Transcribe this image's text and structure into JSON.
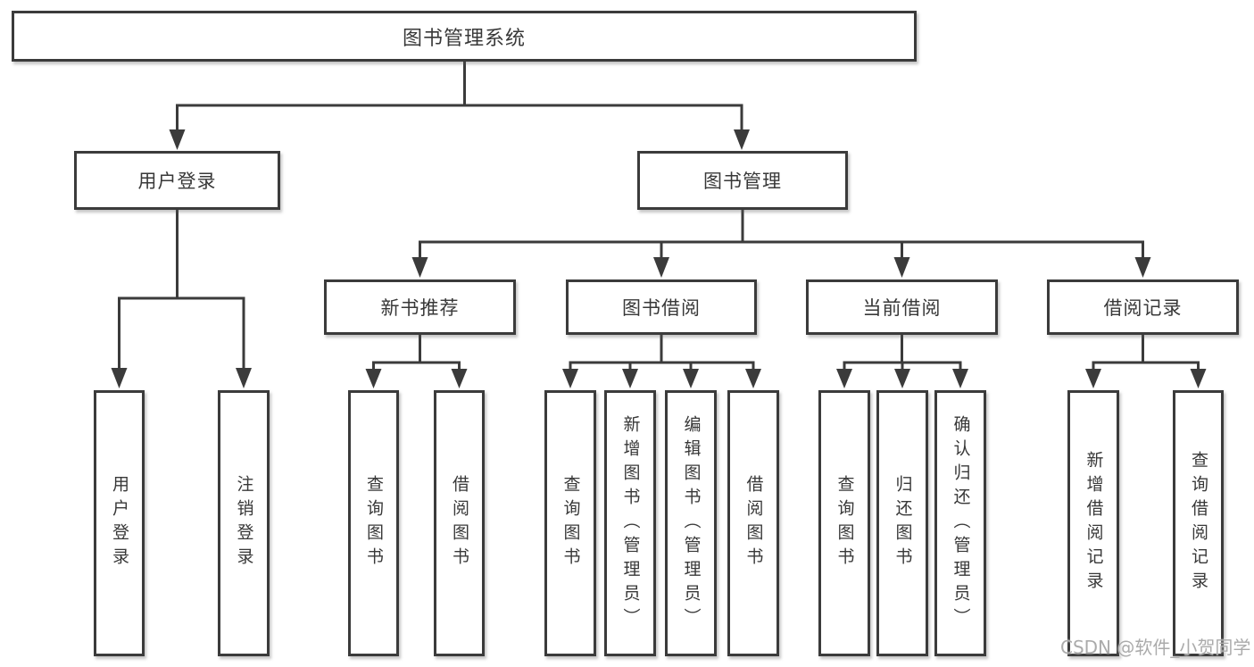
{
  "nodes": {
    "root": "图书管理系统",
    "user_login": "用户登录",
    "book_mgmt": "图书管理",
    "new_book_rec": "新书推荐",
    "book_borrow": "图书借阅",
    "current_borrow": "当前借阅",
    "borrow_records": "借阅记录",
    "leaf_user_login": "用户登录",
    "leaf_logout": "注销登录",
    "leaf_nb_query": "查询图书",
    "leaf_nb_borrow": "借阅图书",
    "leaf_bb_query": "查询图书",
    "leaf_bb_add": "新增图书（管理员）",
    "leaf_bb_edit": "编辑图书（管理员）",
    "leaf_bb_borrow": "借阅图书",
    "leaf_cb_query": "查询图书",
    "leaf_cb_return": "归还图书",
    "leaf_cb_confirm": "确认归还（管理员）",
    "leaf_br_add": "新增借阅记录",
    "leaf_br_query": "查询借阅记录"
  },
  "watermark": {
    "text": "CSDN @软件_小贺同学"
  },
  "colors": {
    "line": "#3b3b3b",
    "text": "#383838",
    "box_background": "#ffffff",
    "page_background": "#ffffff",
    "watermark": "#ababab"
  }
}
